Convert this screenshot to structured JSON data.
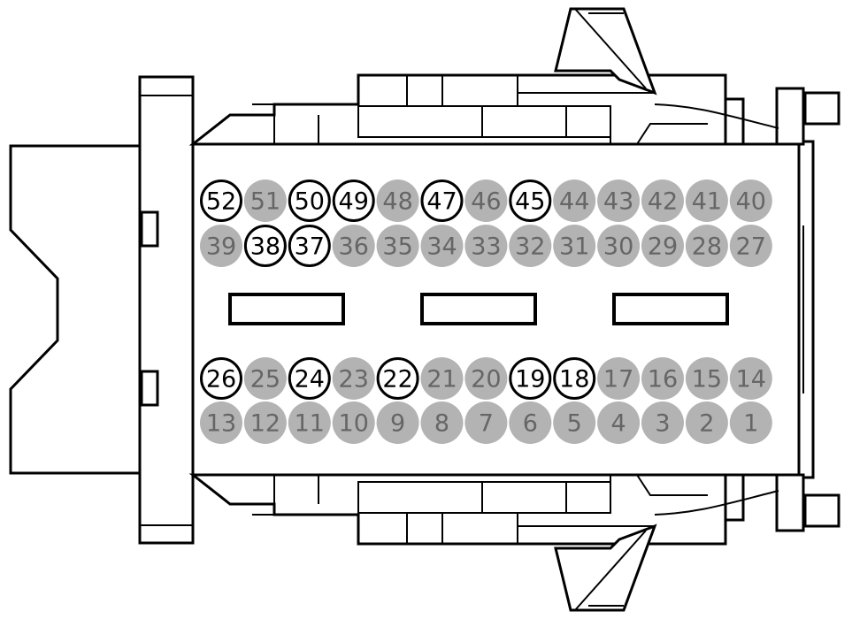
{
  "pins": [
    {
      "num": "52",
      "used": true
    },
    {
      "num": "51",
      "used": false
    },
    {
      "num": "50",
      "used": true
    },
    {
      "num": "49",
      "used": true
    },
    {
      "num": "48",
      "used": false
    },
    {
      "num": "47",
      "used": true
    },
    {
      "num": "46",
      "used": false
    },
    {
      "num": "45",
      "used": true
    },
    {
      "num": "44",
      "used": false
    },
    {
      "num": "43",
      "used": false
    },
    {
      "num": "42",
      "used": false
    },
    {
      "num": "41",
      "used": false
    },
    {
      "num": "40",
      "used": false
    },
    {
      "num": "39",
      "used": false
    },
    {
      "num": "38",
      "used": true
    },
    {
      "num": "37",
      "used": true
    },
    {
      "num": "36",
      "used": false
    },
    {
      "num": "35",
      "used": false
    },
    {
      "num": "34",
      "used": false
    },
    {
      "num": "33",
      "used": false
    },
    {
      "num": "32",
      "used": false
    },
    {
      "num": "31",
      "used": false
    },
    {
      "num": "30",
      "used": false
    },
    {
      "num": "29",
      "used": false
    },
    {
      "num": "28",
      "used": false
    },
    {
      "num": "27",
      "used": false
    },
    {
      "num": "26",
      "used": true
    },
    {
      "num": "25",
      "used": false
    },
    {
      "num": "24",
      "used": true
    },
    {
      "num": "23",
      "used": false
    },
    {
      "num": "22",
      "used": true
    },
    {
      "num": "21",
      "used": false
    },
    {
      "num": "20",
      "used": false
    },
    {
      "num": "19",
      "used": true
    },
    {
      "num": "18",
      "used": true
    },
    {
      "num": "17",
      "used": false
    },
    {
      "num": "16",
      "used": false
    },
    {
      "num": "15",
      "used": false
    },
    {
      "num": "14",
      "used": false
    },
    {
      "num": "13",
      "used": false
    },
    {
      "num": "12",
      "used": false
    },
    {
      "num": "11",
      "used": false
    },
    {
      "num": "10",
      "used": false
    },
    {
      "num": "9",
      "used": false
    },
    {
      "num": "8",
      "used": false
    },
    {
      "num": "7",
      "used": false
    },
    {
      "num": "6",
      "used": false
    },
    {
      "num": "5",
      "used": false
    },
    {
      "num": "4",
      "used": false
    },
    {
      "num": "3",
      "used": false
    },
    {
      "num": "2",
      "used": false
    },
    {
      "num": "1",
      "used": false
    }
  ],
  "colors": {
    "used_fill": "#ffffff",
    "empty_fill": "#b3b3b3",
    "empty_text": "#666666",
    "outline": "#000000"
  }
}
